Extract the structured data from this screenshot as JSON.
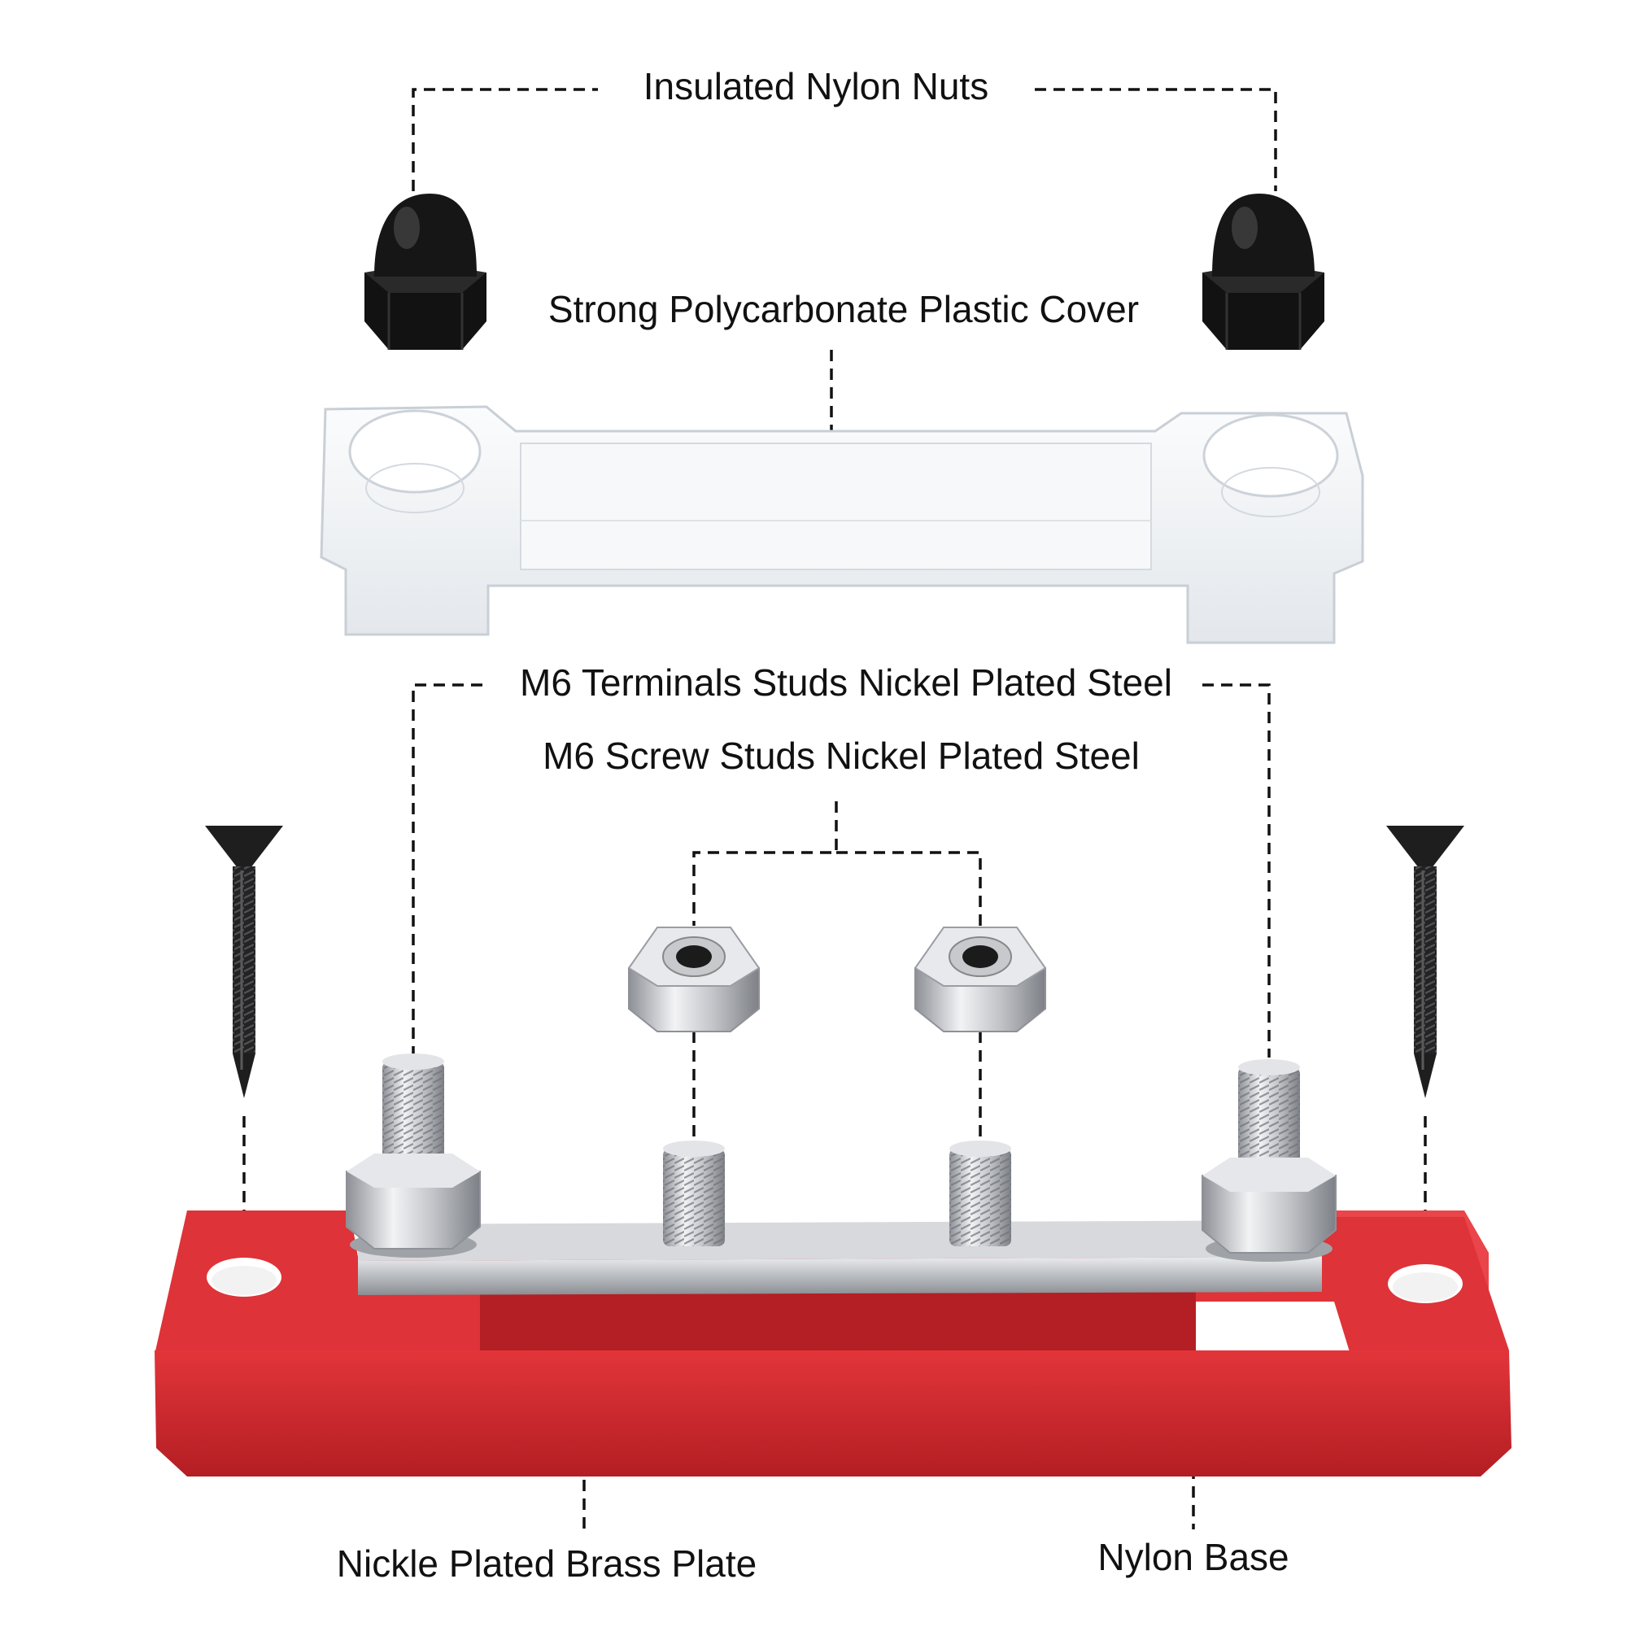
{
  "labels": {
    "nylon_nuts": "Insulated Nylon Nuts",
    "cover": "Strong Polycarbonate Plastic Cover",
    "terminal_studs": "M6 Terminals Studs Nickel Plated Steel",
    "screw_studs": "M6 Screw Studs Nickel Plated Steel",
    "brass_plate": "Nickle Plated Brass Plate",
    "nylon_base": "Nylon Base"
  },
  "colors": {
    "base_red": "#d8262c",
    "base_red_dark": "#a81b20",
    "nut_black": "#151515",
    "steel": "#c9cbcf",
    "cover_clear": "#eef1f4"
  },
  "icons": {
    "nylon_nut": "cap-nut-icon",
    "screw": "wood-screw-icon",
    "hex_nut": "hex-nut-icon",
    "stud": "threaded-stud-icon"
  }
}
